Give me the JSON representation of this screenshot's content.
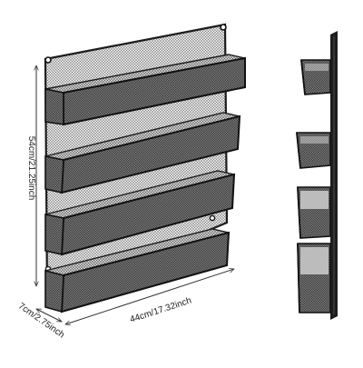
{
  "product": {
    "front_view": {
      "shelf_count": 4
    },
    "side_view": {
      "basket_count": 4
    }
  },
  "dimensions": {
    "height": "54cm/21.25inch",
    "width": "44cm/17.32inch",
    "depth": "7cm/2.75inch"
  },
  "colors": {
    "frame": "#1c1c1c",
    "mesh": "#5a5a5a",
    "mesh_bg": "#e9e9e9",
    "basket_fill": "#2b2b2b",
    "dimension_line": "#333333"
  }
}
